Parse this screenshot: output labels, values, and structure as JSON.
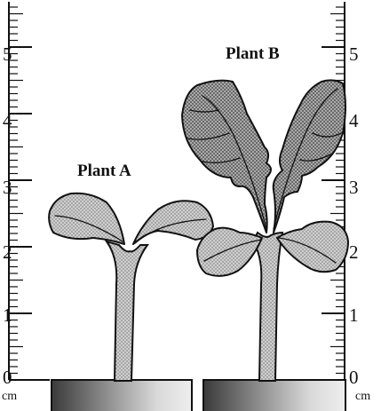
{
  "left_ruler": {
    "ticks": [
      "0",
      "1",
      "2",
      "3",
      "4",
      "5"
    ],
    "unit": "cm"
  },
  "right_ruler": {
    "ticks": [
      "0",
      "1",
      "2",
      "3",
      "4",
      "5"
    ],
    "unit": "cm"
  },
  "plant_a": {
    "label": "Plant A"
  },
  "plant_b": {
    "label": "Plant B"
  }
}
